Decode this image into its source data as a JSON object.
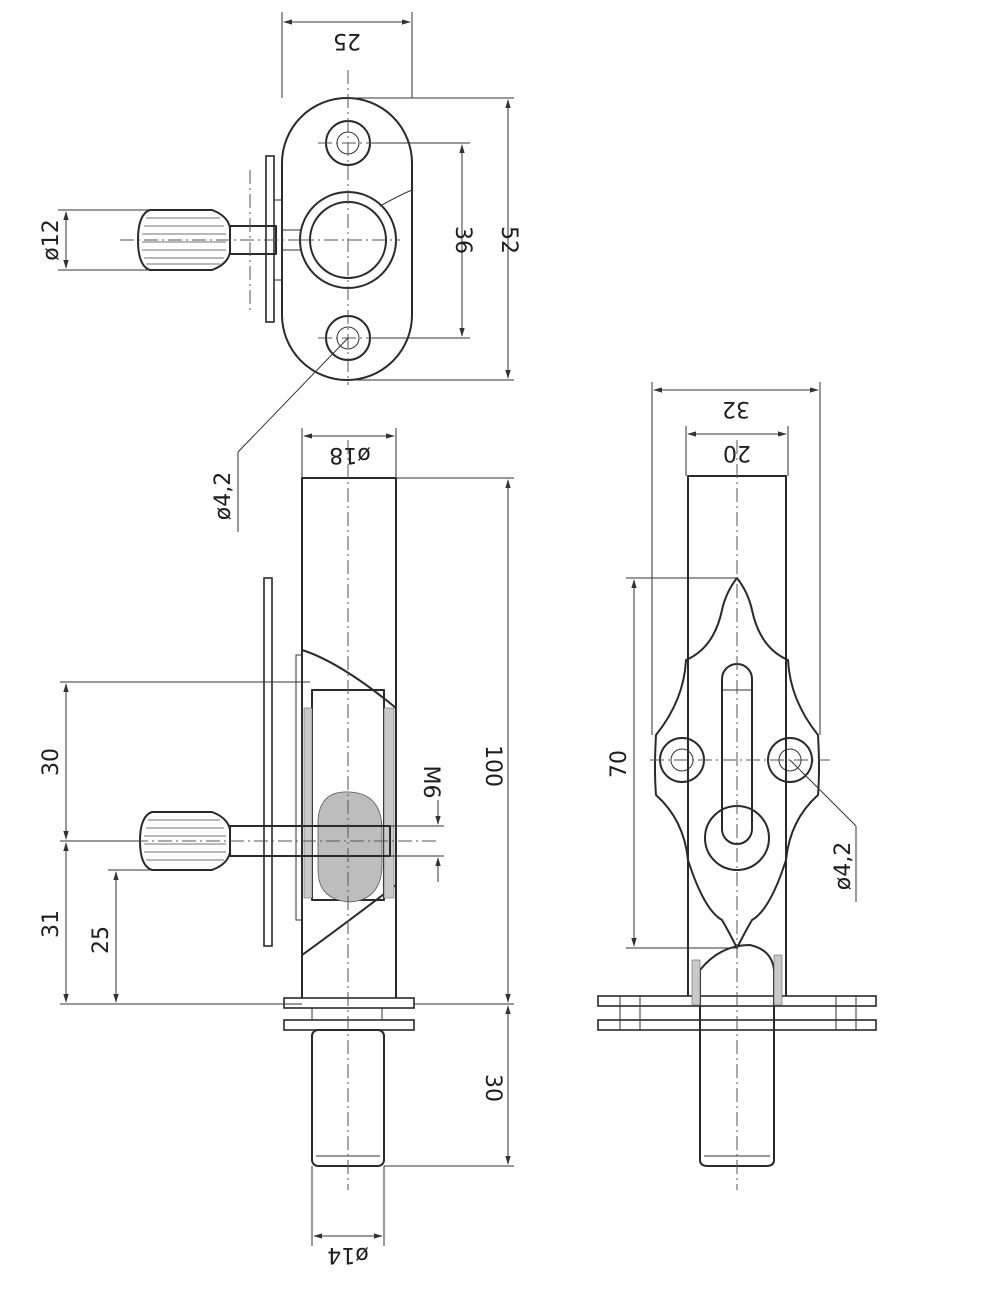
{
  "dimensions": {
    "top_width": "25",
    "top_holes_spacing": "36",
    "top_height": "52",
    "knob_diameter": "ø12",
    "hole_diameter_top": "ø4,2",
    "tube_diameter": "ø18",
    "pin_to_top": "30",
    "thread": "M6",
    "overall_length": "100",
    "pin_to_base": "31",
    "pin_to_base_inner": "25",
    "bolt_length": "30",
    "bolt_diameter": "ø14",
    "plate_width": "32",
    "tube_width": "20",
    "holes_spacing_side": "70",
    "hole_diameter_side": "ø4,2"
  }
}
